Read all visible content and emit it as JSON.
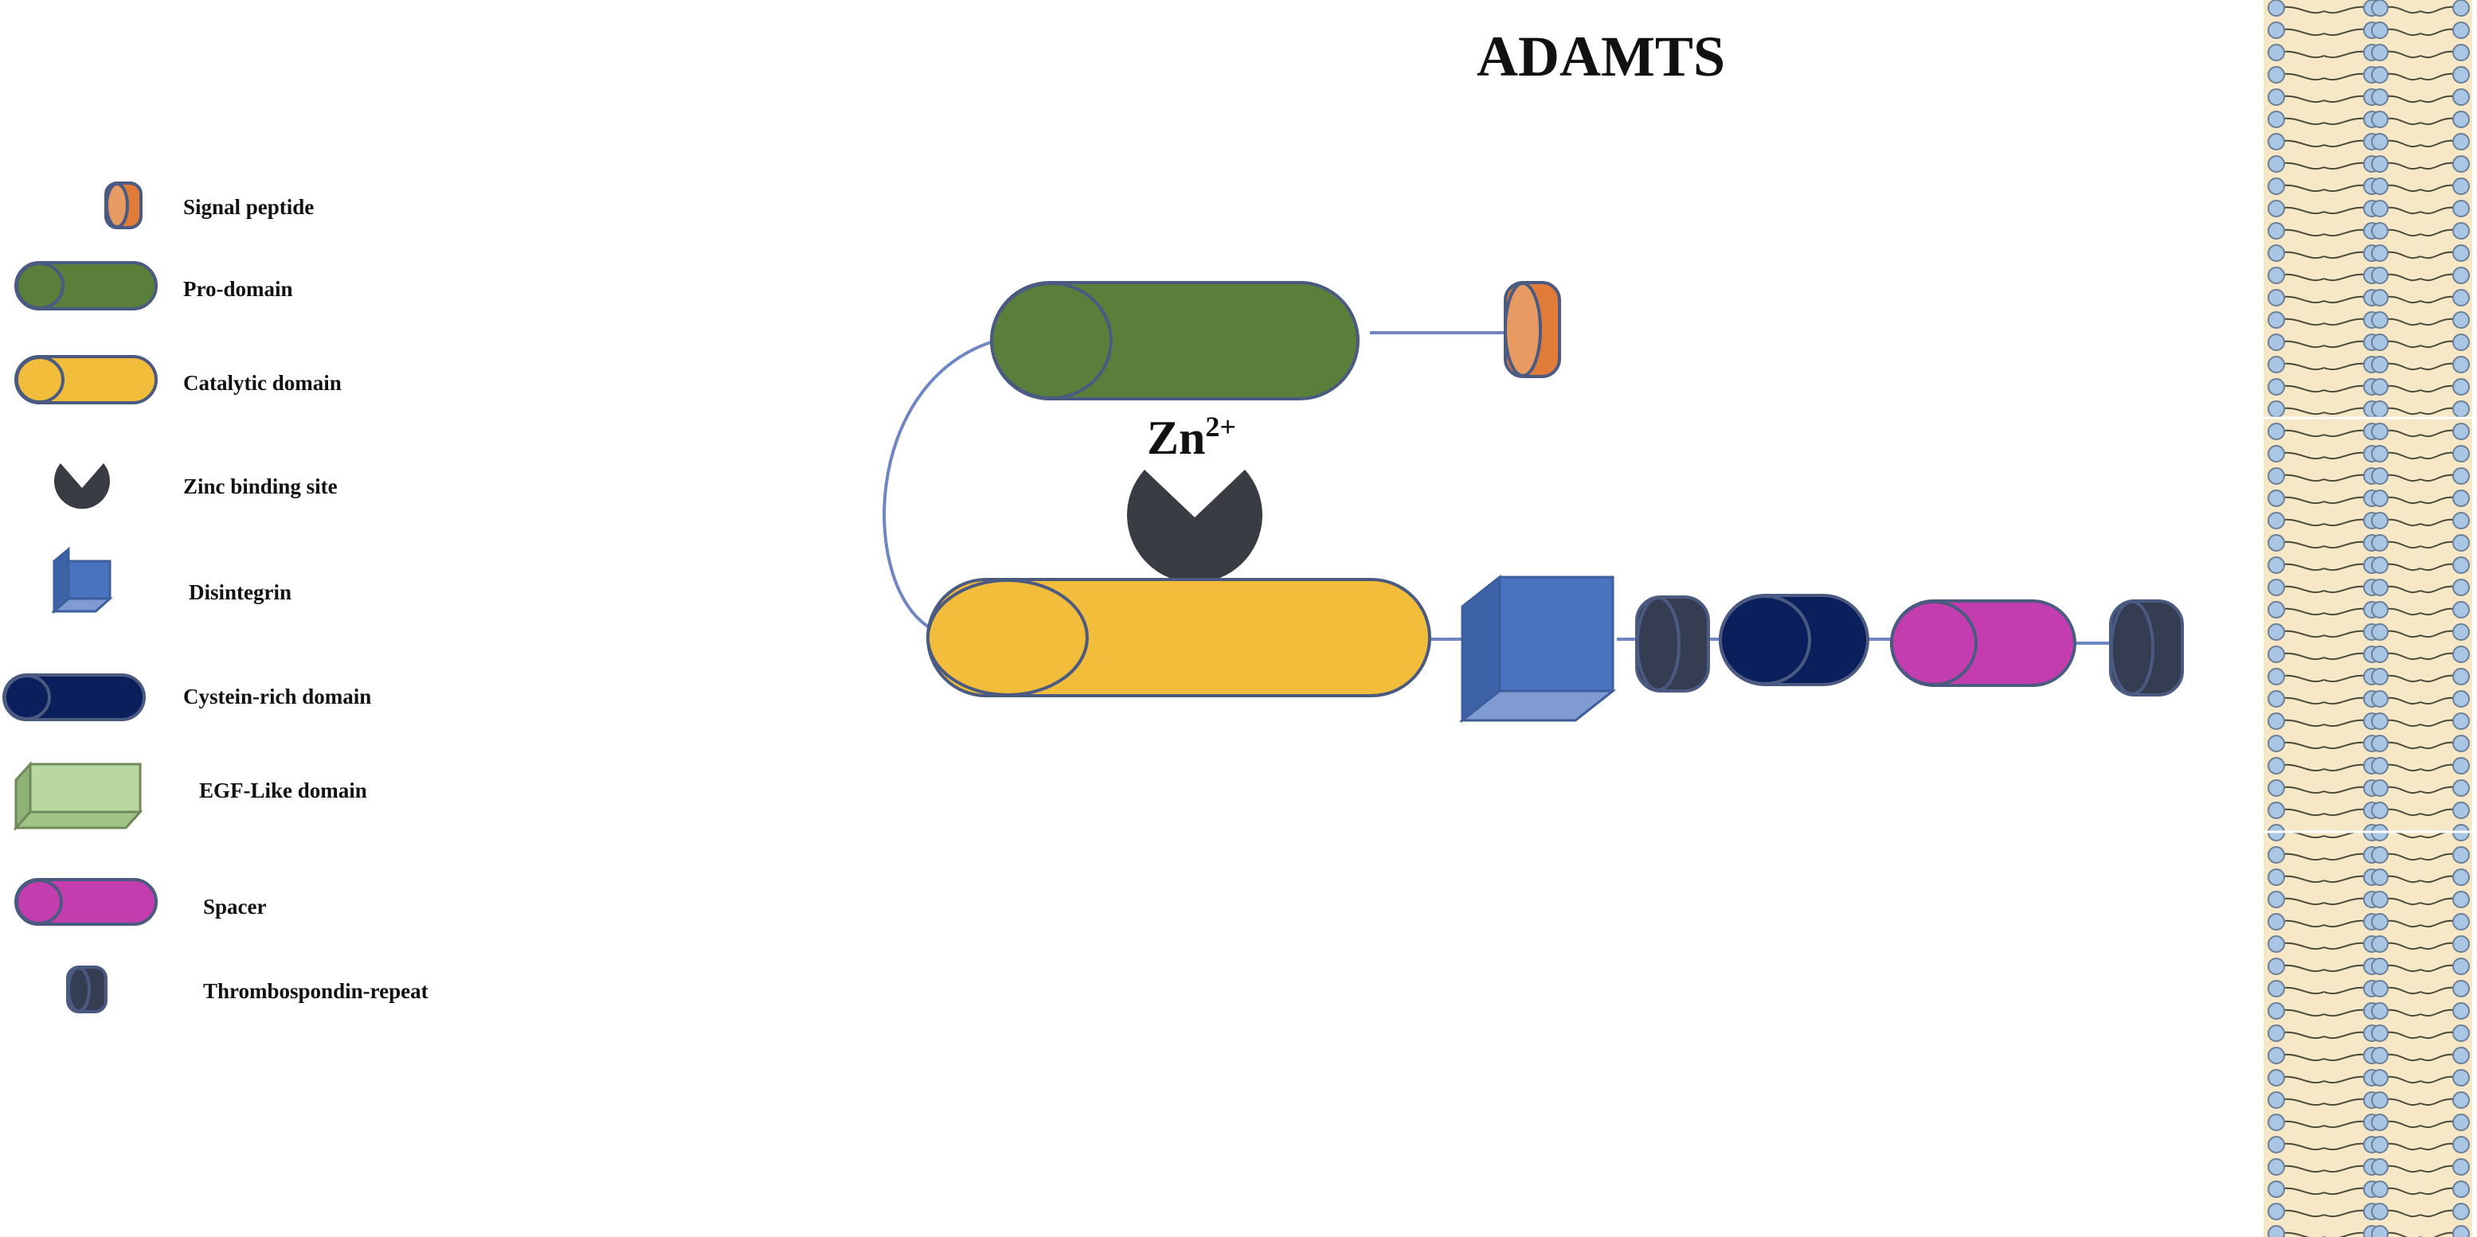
{
  "title": "ADAMTS",
  "zinc_label": "Zn",
  "zinc_charge": "2+",
  "colors": {
    "signal_peptide": "#e07b3a",
    "pro_domain": "#5a7f3a",
    "catalytic_domain": "#f2bd3b",
    "zinc_binding_site": "#3a3c44",
    "disintegrin": "#4b74c0",
    "cystein_rich_domain": "#0b1f5c",
    "egf_like_domain": "#b8d8a0",
    "spacer": "#c43dae",
    "thrombospondin_repeat": "#353d52",
    "membrane_bg": "#f6e7c6",
    "lipid_head": "#a9c6e4"
  },
  "legend": [
    {
      "key": "signal_peptide",
      "label": "Signal peptide",
      "icon": "signal-peptide-icon"
    },
    {
      "key": "pro_domain",
      "label": "Pro-domain",
      "icon": "pro-domain-icon"
    },
    {
      "key": "catalytic_domain",
      "label": "Catalytic domain",
      "icon": "catalytic-domain-icon"
    },
    {
      "key": "zinc_binding_site",
      "label": "Zinc binding site",
      "icon": "zinc-binding-site-icon"
    },
    {
      "key": "disintegrin",
      "label": "Disintegrin",
      "icon": "disintegrin-icon"
    },
    {
      "key": "cystein_rich_domain",
      "label": "Cystein-rich domain",
      "icon": "cystein-rich-domain-icon"
    },
    {
      "key": "egf_like_domain",
      "label": "EGF-Like domain",
      "icon": "egf-like-domain-icon"
    },
    {
      "key": "spacer",
      "label": "Spacer",
      "icon": "spacer-icon"
    },
    {
      "key": "thrombospondin_repeat",
      "label": "Thrombospondin-repeat",
      "icon": "thrombospondin-repeat-icon"
    }
  ]
}
